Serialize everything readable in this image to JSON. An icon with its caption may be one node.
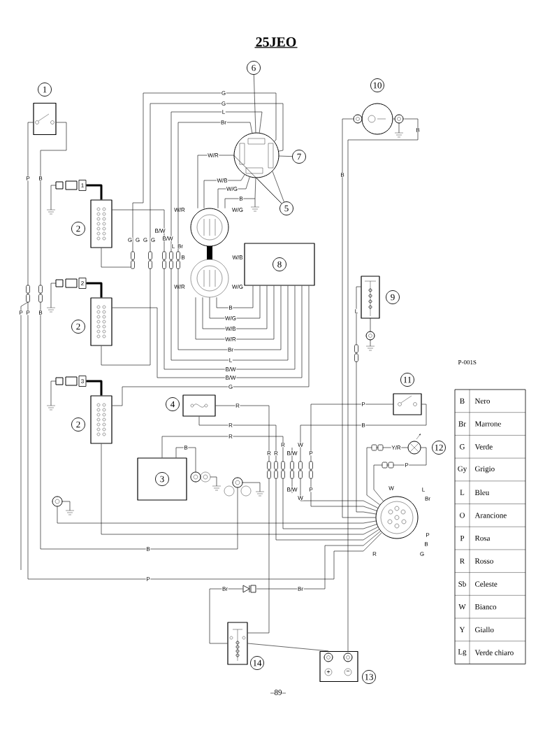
{
  "diagram": {
    "title": "25JEO",
    "nodes": [
      {
        "text": [],
        "shape": "box"
      },
      {
        "text": [],
        "shape": "box"
      },
      {
        "text": [],
        "shape": "box"
      },
      {
        "text": [],
        "shape": "box"
      },
      {
        "text": [
          "3"
        ]
      },
      {
        "text": [],
        "shape": "box"
      },
      {
        "text": [],
        "shape": "circle"
      },
      {
        "text": [],
        "shape": "picture",
        "beside": [
          "W/R",
          "W/G",
          "B",
          "W/B",
          "W/R",
          "W/G"
        ]
      },
      {
        "text": [
          "8"
        ]
      },
      {
        "text": [],
        "shape": "box"
      },
      {
        "text": [],
        "shape": "circle"
      },
      {
        "text": [],
        "shape": "box"
      },
      {
        "text": [],
        "shape": "circle"
      },
      {
        "text": [
          "+",
          "−"
        ]
      },
      {
        "text": [],
        "shape": "box"
      },
      {
        "text": [],
        "shape": "circle",
        "beside": [
          "W",
          "L",
          "Br",
          "P",
          "B",
          "G",
          "R"
        ]
      },
      {
        "text": [],
        "shape": "circle"
      },
      {
        "text": [],
        "shape": "circle"
      },
      {
        "text": [],
        "shape": "circle"
      },
      {
        "text": [
          "6"
        ]
      },
      {
        "text": [
          "7"
        ]
      },
      {
        "text": [
          "5"
        ]
      },
      {
        "text": [
          "1"
        ]
      },
      {
        "text": [
          "2"
        ]
      },
      {
        "text": [
          "2"
        ]
      },
      {
        "text": [
          "2"
        ]
      },
      {
        "text": [
          "4"
        ]
      },
      {
        "text": [
          "9"
        ]
      },
      {
        "text": [
          "10"
        ]
      },
      {
        "text": [
          "11"
        ]
      },
      {
        "text": [
          "12"
        ]
      },
      {
        "text": [
          "13"
        ]
      },
      {
        "text": [
          "14"
        ]
      },
      {
        "text": [
          "1"
        ]
      },
      {
        "text": [
          "2"
        ]
      },
      {
        "text": [
          "3"
        ]
      },
      {
        "text": [],
        "shape": "diode"
      }
    ],
    "edges": [
      {
        "from": 0,
        "to": 15,
        "arrow": "none",
        "label": "P"
      },
      {
        "from": 0,
        "to": 18,
        "arrow": "none",
        "label": "B"
      },
      {
        "from": 1,
        "to": 6,
        "arrow": "none",
        "label": "G"
      },
      {
        "from": 2,
        "to": 6,
        "arrow": "none",
        "label": "G"
      },
      {
        "from": 3,
        "to": 15,
        "arrow": "none"
      },
      {
        "from": 6,
        "to": 7,
        "arrow": "none",
        "label": "W/R"
      },
      {
        "from": 6,
        "to": 7,
        "arrow": "none",
        "label": "W/B"
      },
      {
        "from": 6,
        "to": 7,
        "arrow": "none",
        "label": "W/G"
      },
      {
        "from": 7,
        "to": 6,
        "arrow": "none",
        "label": "B"
      },
      {
        "from": 7,
        "to": 8,
        "arrow": "none",
        "label": "B"
      },
      {
        "from": 7,
        "to": 8,
        "arrow": "none",
        "label": "W/G"
      },
      {
        "from": 7,
        "to": 8,
        "arrow": "none",
        "label": "W/B"
      },
      {
        "from": 7,
        "to": 8,
        "arrow": "none",
        "label": "W/R"
      },
      {
        "from": 6,
        "to": 8,
        "arrow": "none",
        "label": "L"
      },
      {
        "from": 6,
        "to": 8,
        "arrow": "none",
        "label": "Br"
      },
      {
        "from": 8,
        "to": 1,
        "arrow": "none",
        "label": "B/W"
      },
      {
        "from": 8,
        "to": 2,
        "arrow": "none",
        "label": "B/W"
      },
      {
        "from": 8,
        "to": 3,
        "arrow": "none",
        "label": "G"
      },
      {
        "from": 5,
        "to": 14,
        "arrow": "none",
        "label": "R"
      },
      {
        "from": 5,
        "to": 15,
        "arrow": "none",
        "label": "R"
      },
      {
        "from": 4,
        "to": 15,
        "arrow": "none",
        "label": "R"
      },
      {
        "from": 4,
        "to": 17,
        "arrow": "none",
        "label": "B"
      },
      {
        "from": 10,
        "to": 15,
        "arrow": "none",
        "label": "B"
      },
      {
        "from": 13,
        "to": 10,
        "arrow": "none",
        "label": "B"
      },
      {
        "from": 9,
        "to": 15,
        "arrow": "none",
        "label": "L"
      },
      {
        "from": 11,
        "to": 15,
        "arrow": "none",
        "label": "P"
      },
      {
        "from": 11,
        "to": 15,
        "arrow": "none",
        "label": "B"
      },
      {
        "from": 12,
        "to": 15,
        "arrow": "none",
        "label": "Y/R"
      },
      {
        "from": 12,
        "to": 15,
        "arrow": "none",
        "label": "P"
      },
      {
        "from": 14,
        "to": 13,
        "arrow": "none"
      },
      {
        "from": 14,
        "to": 36,
        "arrow": "none",
        "label": "Br"
      },
      {
        "from": 16,
        "to": 15,
        "arrow": "none"
      },
      {
        "from": 19,
        "to": 6,
        "arrow": "none"
      },
      {
        "from": 20,
        "to": 6,
        "arrow": "none"
      },
      {
        "from": 21,
        "to": 6,
        "arrow": "none"
      },
      {
        "from": 21,
        "to": 6,
        "arrow": "none"
      },
      {
        "from": 21,
        "to": 6,
        "arrow": "none"
      },
      {
        "from": 33,
        "to": 1,
        "arrow": "none",
        "style": "thick"
      },
      {
        "from": 34,
        "to": 2,
        "arrow": "none",
        "style": "thick"
      },
      {
        "from": 35,
        "to": 3,
        "arrow": "none",
        "style": "thick"
      },
      {
        "from": 36,
        "to": 15,
        "arrow": "none",
        "label": "Br"
      }
    ],
    "labels": [
      "P-001S",
      "B",
      "Nero",
      "Br",
      "Marrone",
      "G",
      "Verde",
      "Gy",
      "Grigio",
      "L",
      "Bleu",
      "O",
      "Arancione",
      "P",
      "Rosa",
      "R",
      "Rosso",
      "Sb",
      "Celeste",
      "W",
      "Bianco",
      "Y",
      "Giallo",
      "Lg",
      "Verde chiaro",
      "–89–",
      "P",
      "B",
      "P",
      "P",
      "B",
      "G",
      "G",
      "G",
      "G",
      "B/W",
      "B/W",
      "L",
      "Br",
      "R",
      "R",
      "R",
      "B/W",
      "W",
      "P",
      "B/W",
      "W",
      "P",
      "Br",
      "L"
    ]
  }
}
